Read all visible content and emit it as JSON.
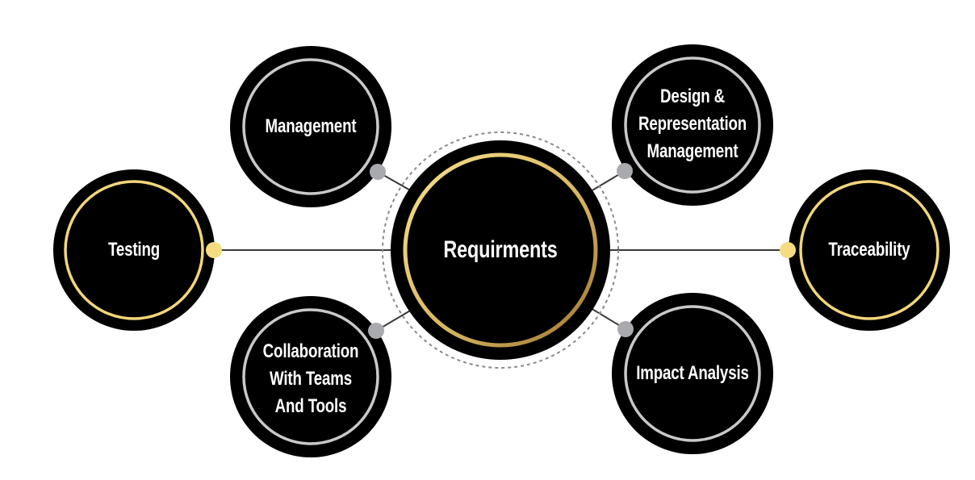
{
  "diagram": {
    "center": {
      "label": "Requirments"
    },
    "nodes": [
      {
        "id": "management",
        "label": "Management"
      },
      {
        "id": "design",
        "label": "Design &\nRepresentation\nManagement"
      },
      {
        "id": "testing",
        "label": "Testing"
      },
      {
        "id": "traceability",
        "label": "Traceability"
      },
      {
        "id": "collaboration",
        "label": "Collaboration\nWith Teams\nAnd Tools"
      },
      {
        "id": "impact",
        "label": "Impact Analysis"
      }
    ]
  },
  "colors": {
    "background": "#ffffff",
    "node_fill": "#000000",
    "silver_ring": "#c9c9cc",
    "gold_ring": "#f2d67a",
    "gold_ring_dark": "#b0883a",
    "silver_dot": "#a9aaae",
    "gold_dot": "#f5dc82",
    "connector": "#3a3a3a",
    "dashed_ring": "#8a8a8a",
    "label": "#ffffff"
  }
}
